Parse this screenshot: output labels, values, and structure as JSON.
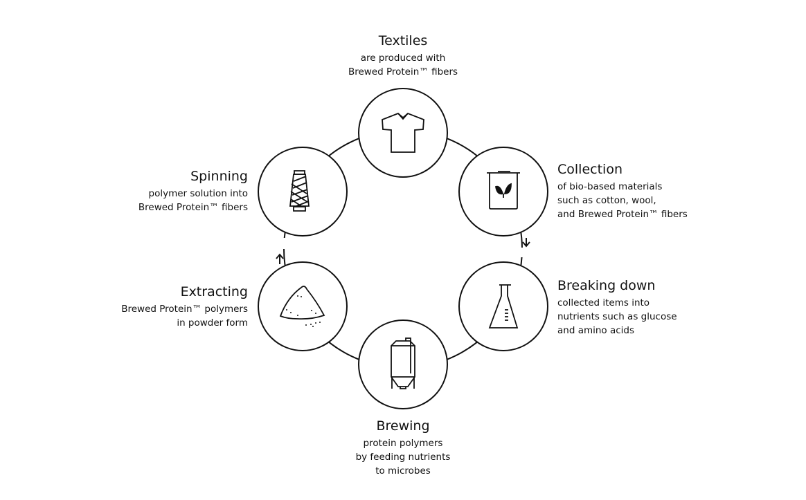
{
  "steps": [
    {
      "title": "Textiles",
      "lines": [
        "are produced with",
        "Brewed Protein™ fibers"
      ],
      "icon": "shirt-icon"
    },
    {
      "title": "Collection",
      "lines": [
        "of bio-based materials",
        "such as cotton, wool,",
        "and Brewed Protein™ fibers"
      ],
      "icon": "bin-leaf-icon"
    },
    {
      "title": "Breaking down",
      "lines": [
        "collected items into",
        "nutrients such as glucose",
        "and amino acids"
      ],
      "icon": "flask-icon"
    },
    {
      "title": "Brewing",
      "lines": [
        "protein polymers",
        "by feeding nutrients",
        "to microbes"
      ],
      "icon": "fermenter-tank-icon"
    },
    {
      "title": "Extracting",
      "lines": [
        "Brewed Protein™ polymers",
        "in powder form"
      ],
      "icon": "powder-pile-icon"
    },
    {
      "title": "Spinning",
      "lines": [
        "polymer solution into",
        "Brewed Protein™ fibers"
      ],
      "icon": "yarn-cone-icon"
    }
  ]
}
